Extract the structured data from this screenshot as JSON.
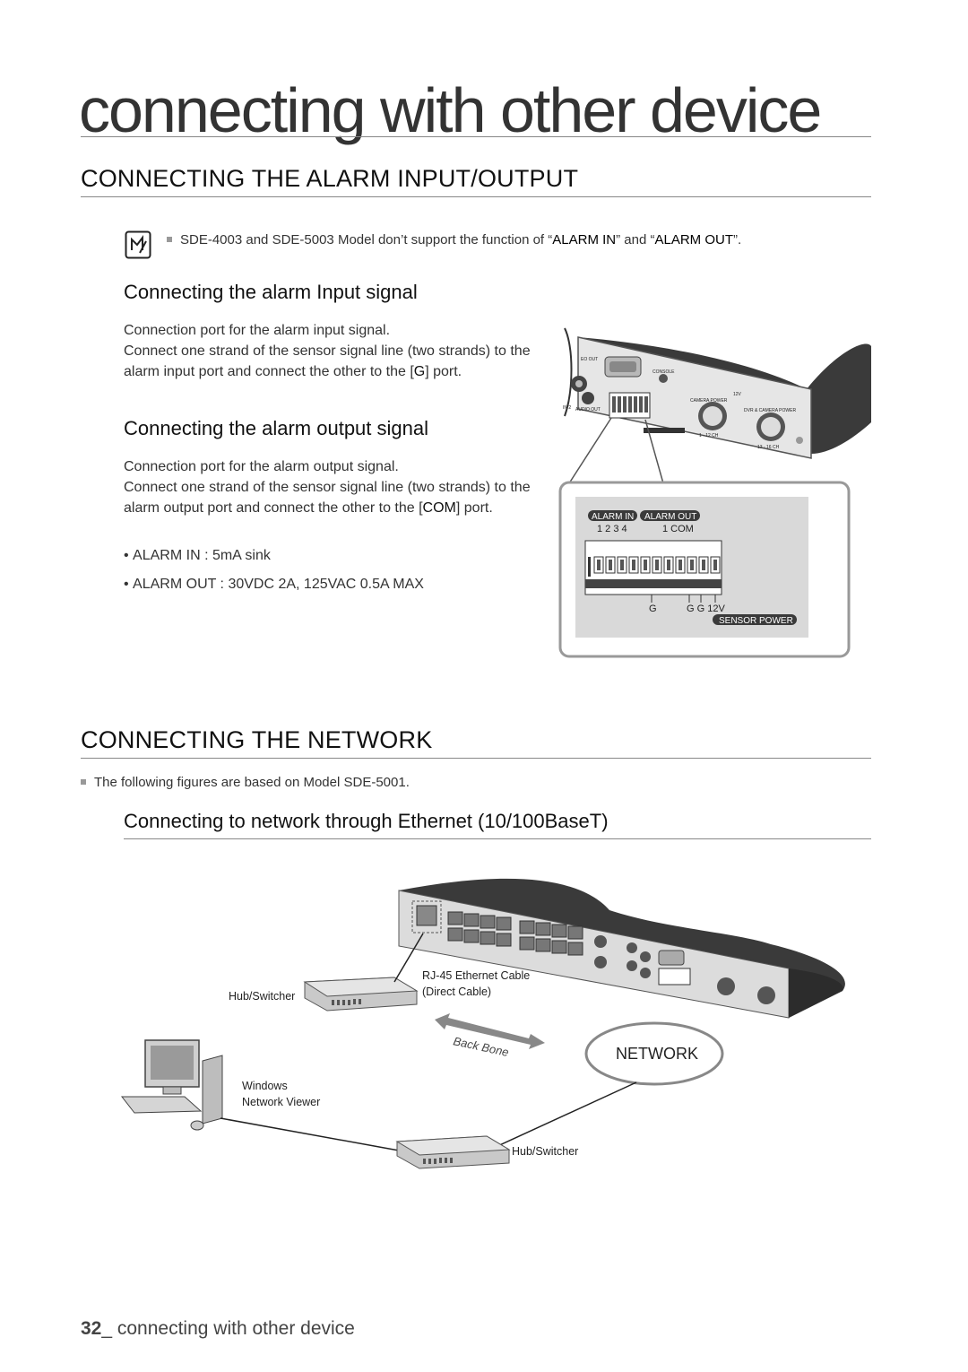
{
  "page": {
    "title": "connecting with other device"
  },
  "alarm_section": {
    "heading": "CONNECTING THE ALARM INPUT/OUTPUT",
    "note": {
      "text_a": "SDE-4003 and SDE-5003 Model don’t support the function of “",
      "alarm_in": "ALARM IN",
      "text_b": "” and “",
      "alarm_out": "ALARM OUT",
      "text_c": "”."
    },
    "input": {
      "heading": "Connecting the alarm Input signal",
      "line1": "Connection port for the alarm input signal.",
      "line2_a": "Connect one strand of the sensor signal line (two strands) to the alarm input port and connect the other to the [",
      "line2_key": "G",
      "line2_b": "] port."
    },
    "output": {
      "heading": "Connecting the alarm output signal",
      "line1": "Connection port for the alarm output signal.",
      "line2_a": "Connect one strand of the sensor signal line (two strands) to the alarm output port and connect the other to the [",
      "line2_key": "COM",
      "line2_b": "] port.",
      "bullets": [
        "ALARM IN : 5mA sink",
        "ALARM OUT : 30VDC 2A, 125VAC 0.5A MAX"
      ]
    },
    "figure": {
      "badge_in": "ALARM IN",
      "badge_out": "ALARM OUT",
      "pins_in": "1  2  3  4",
      "pins_out": "1 COM",
      "g_label": "G",
      "gg_label": "G  G  12V",
      "sensor_power": "SENSOR POWER",
      "panel_labels": {
        "console": "CONSOLE",
        "camera_power": "CAMERA POWER",
        "dvr_camera_power": "DVR & CAMERA POWER",
        "v12": "12V",
        "ch_1_12": "1 - 12 CH",
        "ch_13_16": "13 - 16 CH",
        "audio_out": "AUDIO OUT",
        "video_out": "EO OUT",
        "in2": "IN 2"
      }
    }
  },
  "network_section": {
    "heading": "CONNECTING THE NETWORK",
    "note": "The following figures are based on Model SDE-5001.",
    "subheading": "Connecting to network through Ethernet (10/100BaseT)",
    "figure": {
      "hub_switcher_left": "Hub/Switcher",
      "cable_line1": "RJ-45 Ethernet Cable",
      "cable_line2": "(Direct Cable)",
      "back_bone": "Back Bone",
      "network": "NETWORK",
      "windows_line1": "Windows",
      "windows_line2": "Network Viewer",
      "hub_switcher_bottom": "Hub/Switcher"
    }
  },
  "footer": {
    "page_number": "32",
    "text": "_ connecting with other device"
  }
}
